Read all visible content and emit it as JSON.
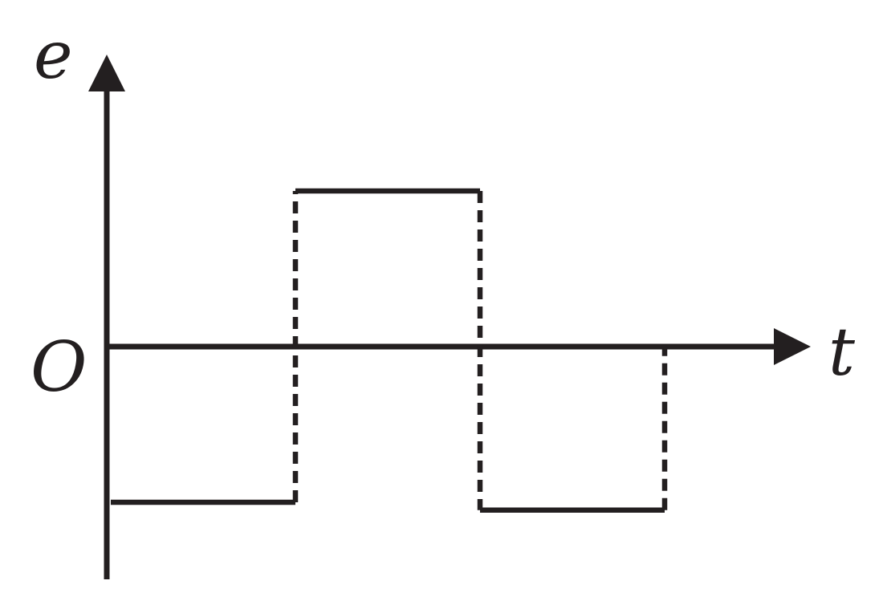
{
  "chart_data": {
    "type": "line",
    "title": "",
    "xlabel": "t",
    "ylabel": "e",
    "origin_label": "O",
    "grid": false,
    "legend": "none",
    "xlim": [
      0,
      3.0
    ],
    "ylim": [
      -1,
      1
    ],
    "series": [
      {
        "style": "step",
        "segments": [
          {
            "t_start": 0,
            "t_end": 1,
            "e": -1
          },
          {
            "t_start": 1,
            "t_end": 2,
            "e": 1
          },
          {
            "t_start": 2,
            "t_end": 3,
            "e": -1.05
          }
        ],
        "transitions": [
          {
            "t": 1,
            "from": -1,
            "to": 1,
            "line": "dashed"
          },
          {
            "t": 2,
            "from": 1,
            "to": -1.05,
            "line": "dashed"
          },
          {
            "t": 3,
            "from": -1.05,
            "to": 0,
            "line": "dashed"
          }
        ]
      }
    ],
    "colors": {
      "ink": "#231f20",
      "background": "#ffffff"
    }
  }
}
